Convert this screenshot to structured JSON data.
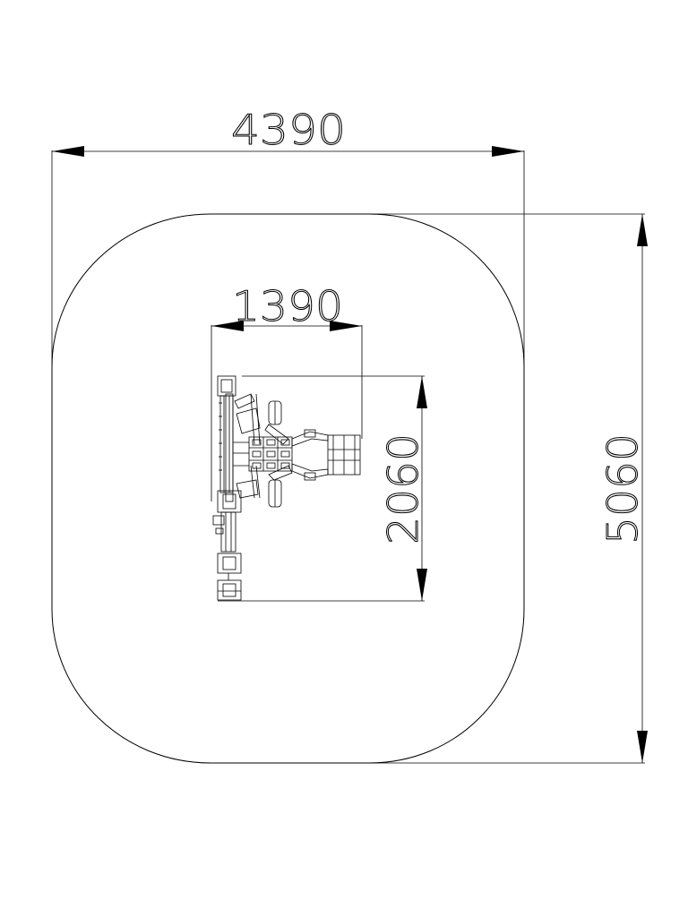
{
  "dimensions": {
    "outer_width": "4390",
    "outer_height": "5060",
    "equipment_width": "1390",
    "equipment_height": "2060"
  }
}
